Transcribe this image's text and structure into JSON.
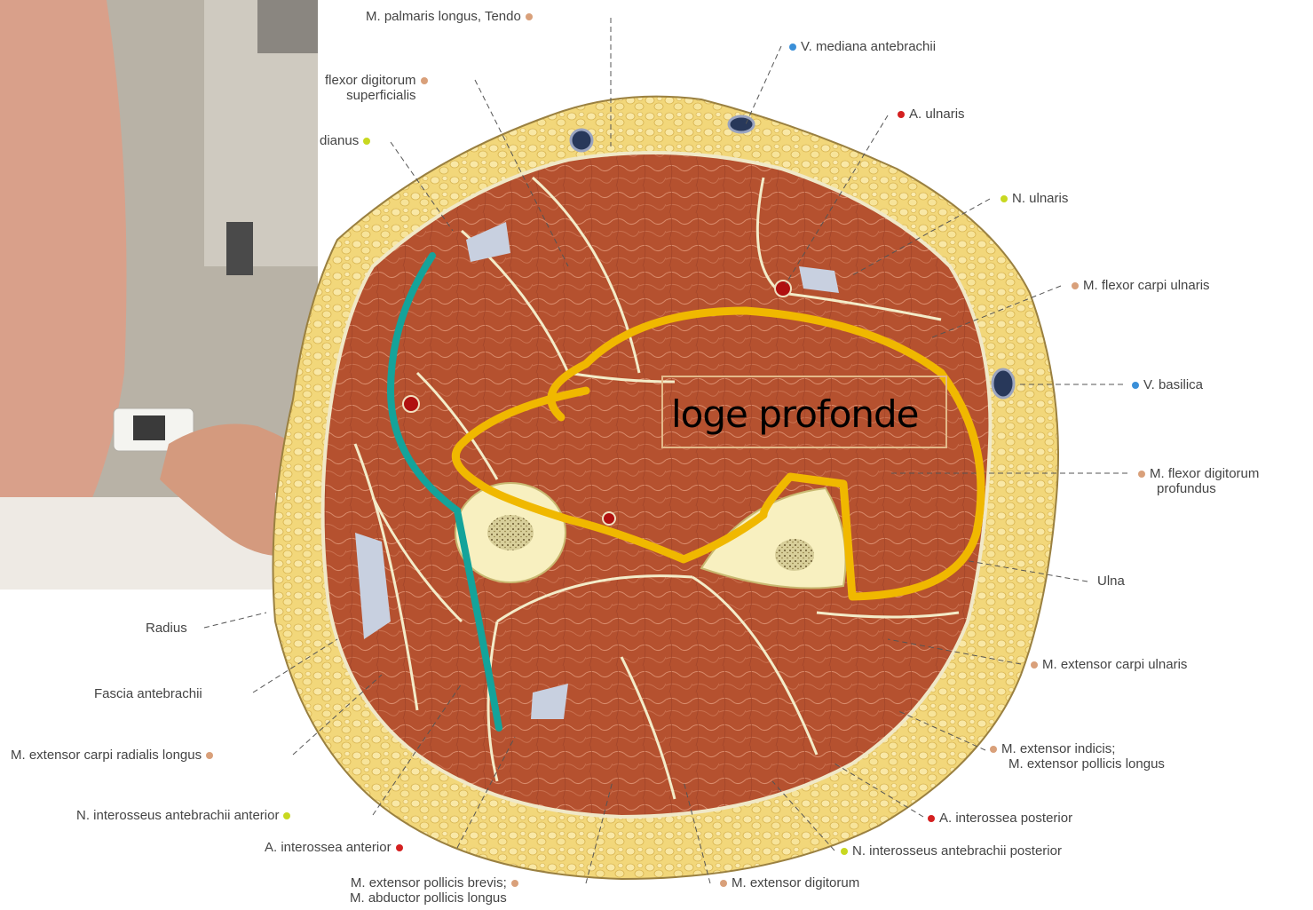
{
  "labels": {
    "palmaris": "M. palmaris longus, Tendo",
    "v_mediana": "V. mediana antebrachii",
    "fds_1": "flexor digitorum",
    "fds_2": "superficialis",
    "medianus": "dianus",
    "a_ulnaris": "A. ulnaris",
    "n_ulnaris": "N. ulnaris",
    "fcu": "M. flexor carpi ulnaris",
    "v_basilica": "V. basilica",
    "fdp_1": "M. flexor digitorum",
    "fdp_2": "profundus",
    "ulna": "Ulna",
    "radius": "Radius",
    "fascia": "Fascia antebrachii",
    "ecrl": "M. extensor carpi radialis longus",
    "ecu": "M. extensor carpi ulnaris",
    "eip_1": "M. extensor indicis;",
    "eip_2": "M. extensor pollicis longus",
    "n_inteross_ant": "N. interosseus antebrachii anterior",
    "a_inteross_post": "A. interossea posterior",
    "a_inteross_ant": "A. interossea anterior",
    "n_inteross_post": "N. interosseus antebrachii posterior",
    "epb_1": "M. extensor pollicis brevis;",
    "epb_2": "M. abductor pollicis longus",
    "ed": "M. extensor digitorum"
  },
  "annotation": {
    "loge": "loge profonde"
  },
  "colors": {
    "muscle_dot": "#d9a07a",
    "vein_dot": "#3a8fd8",
    "artery_dot": "#d42020",
    "nerve_dot": "#c8d820",
    "highlight_yellow": "#f0b800",
    "highlight_teal": "#14a39a"
  }
}
